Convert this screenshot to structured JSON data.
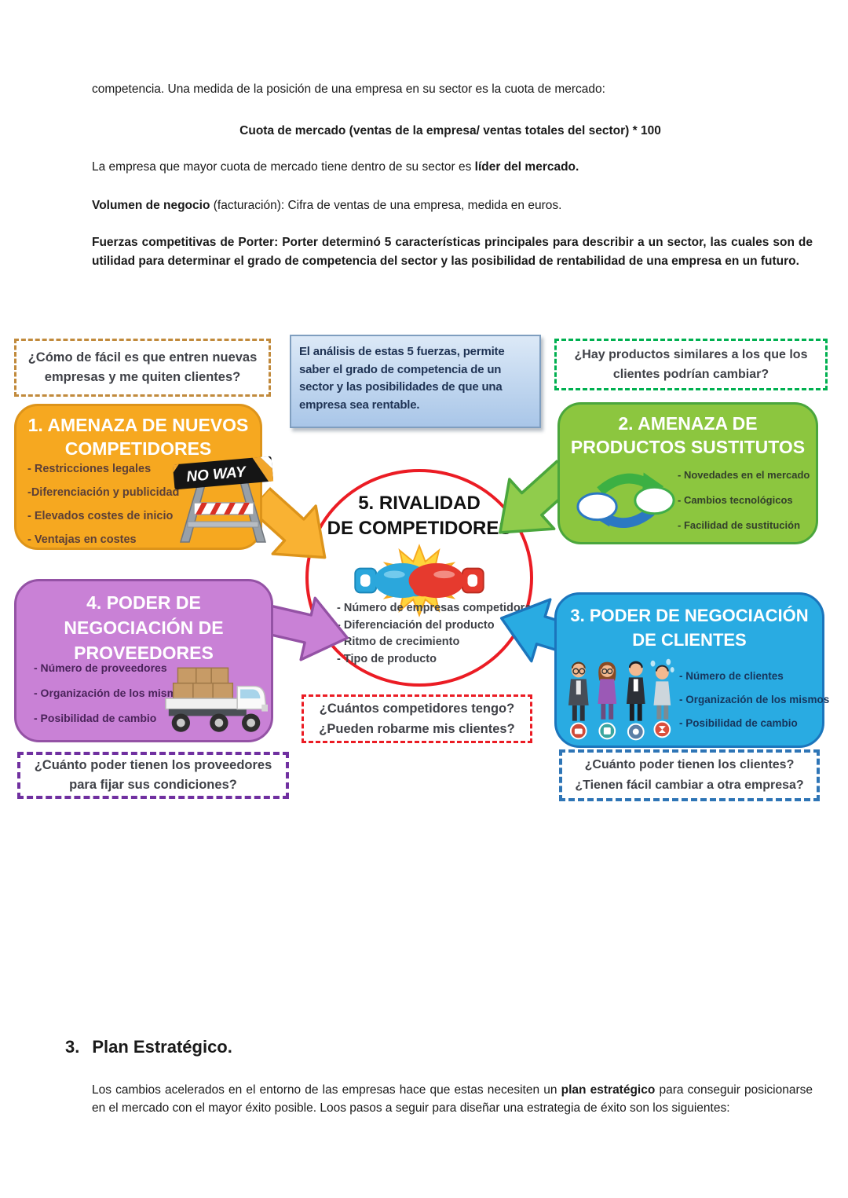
{
  "intro": {
    "p1": "competencia. Una medida de la posición de una empresa en su sector es la cuota de mercado:",
    "formula": "Cuota de mercado (ventas de la empresa/ ventas totales del sector) * 100",
    "p2_normal": "La empresa que  mayor cuota de mercado tiene dentro de su sector es ",
    "p2_bold": "líder del mercado.",
    "p3_bold": "Volumen de negocio",
    "p3_normal": " (facturación): Cifra de ventas de una empresa, medida en euros.",
    "p4": "Fuerzas competitivas de Porter: Porter determinó 5 características principales para describir a un sector, las cuales son de utilidad para determinar el grado de competencia del sector y las posibilidad de rentabilidad de una empresa en un futuro."
  },
  "diagram": {
    "info_box": {
      "line1": "El análisis de estas 5 fuerzas, permite",
      "line2": "saber el grado de competencia de un",
      "line3": "sector y las posibilidades de que una",
      "line4": "empresa sea rentable."
    },
    "questions": {
      "new_entrants": {
        "line1": "¿Cómo de fácil es que entren nuevas",
        "line2": "empresas y me quiten clientes?"
      },
      "substitutes": {
        "line1": "¿Hay productos similares a los que los",
        "line2": "clientes podrían cambiar?"
      },
      "rivals": {
        "line1": "¿Cuántos competidores tengo?",
        "line2": "¿Pueden robarme mis clientes?"
      },
      "suppliers": {
        "line1": "¿Cuánto poder tienen los proveedores",
        "line2": "para fijar sus condiciones?"
      },
      "clients": {
        "line1": "¿Cuánto poder tienen los clientes?",
        "line2": "¿Tienen fácil cambiar a otra empresa?"
      }
    },
    "force1": {
      "title_line1": "1. AMENAZA DE NUEVOS",
      "title_line2": "COMPETIDORES",
      "items": [
        "- Restricciones legales",
        "-Diferenciación y publicidad",
        "- Elevados costes de inicio",
        "- Ventajas en costes"
      ],
      "sign_label": "NO WAY"
    },
    "force2": {
      "title_line1": "2. AMENAZA DE",
      "title_line2": "PRODUCTOS SUSTITUTOS",
      "items": [
        "- Novedades en el mercado",
        "- Cambios tecnológicos",
        "- Facilidad de sustitución"
      ]
    },
    "force3": {
      "title_line1": "3. PODER DE NEGOCIACIÓN",
      "title_line2": "DE CLIENTES",
      "items": [
        "- Número de clientes",
        "- Organización de los mismos",
        "- Posibilidad de cambio"
      ]
    },
    "force4": {
      "title_line1": "4. PODER DE",
      "title_line2": "NEGOCIACIÓN DE",
      "title_line3": "PROVEEDORES",
      "items": [
        "- Número de proveedores",
        "- Organización de los mismos",
        "- Posibilidad de cambio"
      ]
    },
    "force5": {
      "title_line1": "5. RIVALIDAD",
      "title_line2": "DE COMPETIDORES",
      "items": [
        "- Número de empresas competidoras",
        "- Diferenciación del producto",
        "- Ritmo de crecimiento",
        "- Tipo de producto"
      ]
    }
  },
  "section3": {
    "number": "3.",
    "title": "Plan Estratégico.",
    "para_normal1": "Los cambios acelerados en el entorno de las empresas hace que estas necesiten un ",
    "para_bold": "plan estratégico",
    "para_normal2": " para conseguir posicionarse en el mercado con el mayor éxito posible. Loos pasos a seguir para diseñar una estrategia de éxito son los siguientes:"
  },
  "colors": {
    "orange_fill": "#F6A820",
    "orange_border": "#DD941A",
    "orange_text": "#5D4037",
    "green_fill": "#8CC63F",
    "green_border": "#4AA63C",
    "green_text": "#33402B",
    "purple_fill": "#C981D6",
    "purple_border": "#9452A5",
    "purple_text": "#4A235A",
    "blue_fill": "#29ABE2",
    "blue_border": "#1B75BC",
    "blue_text": "#17365D",
    "red_accent": "#EB1C24",
    "dash_tan": "#C18A3C",
    "dash_green": "#00B050",
    "dash_purple": "#7030A0",
    "dash_blue": "#2E75B6",
    "info_fill_top": "#DCE9F7",
    "info_fill_bottom": "#A9C6E8",
    "info_border": "#7F9EBF",
    "info_text": "#1F3354",
    "question_text": "#3F4147",
    "body_text": "#1A1A1A"
  }
}
